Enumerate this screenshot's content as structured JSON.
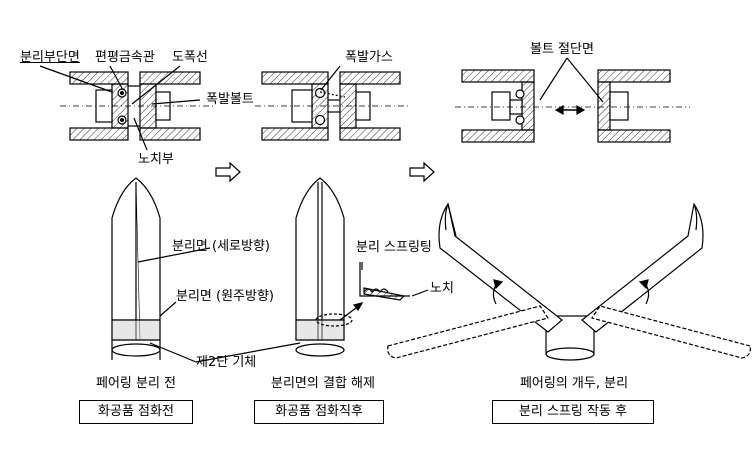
{
  "labels": {
    "separation_section": "분리부단면",
    "flat_metal_tube": "편평금속관",
    "det_cord": "도폭선",
    "explosive_gas": "폭발가스",
    "explosive_bolt": "폭발볼트",
    "notch_part": "노치부",
    "bolt_cut_surface": "볼트 절단면",
    "sep_plane_vertical": "분리면 (세로방향)",
    "sep_plane_circ": "분리면 (원주방향)",
    "sep_spring": "분리 스프링팅",
    "notch": "노치",
    "second_stage": "제2단 기체"
  },
  "captions": {
    "stage1": "페어링 분리 전",
    "stage2": "분리면의 결합 해제",
    "stage3": "페어링의 개두, 분리"
  },
  "boxes": {
    "stage1": "화공품 점화전",
    "stage2": "화공품 점화직후",
    "stage3": "분리 스프링 작동 후"
  }
}
